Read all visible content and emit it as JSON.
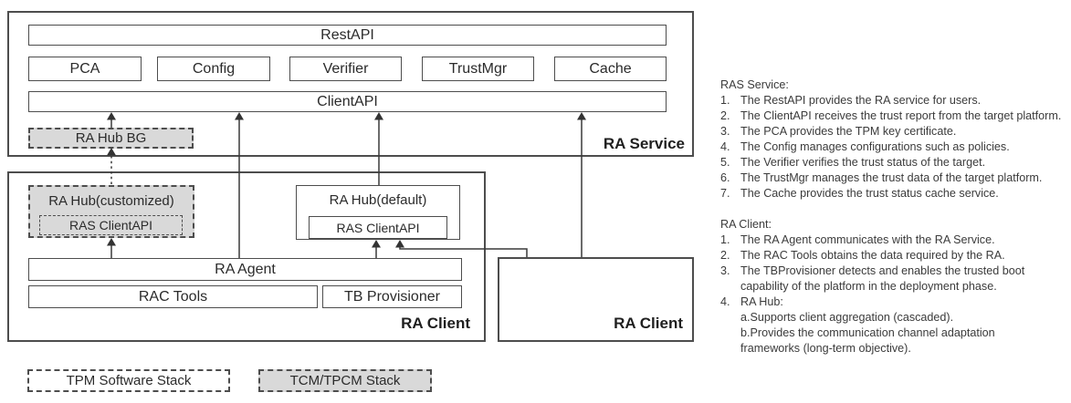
{
  "diagram": {
    "ra_service": {
      "label": "RA Service",
      "rest_api": "RestAPI",
      "components": [
        "PCA",
        "Config",
        "Verifier",
        "TrustMgr",
        "Cache"
      ],
      "client_api": "ClientAPI",
      "ra_hub_bg": "RA Hub BG"
    },
    "ra_client_left": {
      "label": "RA Client",
      "ra_hub_customized": "RA Hub(customized)",
      "ras_client_api_customized": "RAS ClientAPI",
      "ra_hub_default": "RA Hub(default)",
      "ras_client_api_default": "RAS ClientAPI",
      "ra_agent": "RA Agent",
      "rac_tools": "RAC Tools",
      "tb_provisioner": "TB Provisioner"
    },
    "ra_client_right": {
      "label": "RA Client"
    },
    "legend": {
      "tpm": "TPM Software Stack",
      "tcm": "TCM/TPCM Stack"
    },
    "colors": {
      "line": "#3a3a3a",
      "border": "#4d4d4d",
      "gray_fill": "#d9d9d9"
    }
  },
  "notes": {
    "sections": [
      {
        "title": "RAS Service:",
        "items": [
          {
            "n": "1.",
            "text": "The RestAPI provides the RA service for users."
          },
          {
            "n": "2.",
            "text": "The ClientAPI receives the trust report from the target platform."
          },
          {
            "n": "3.",
            "text": "The PCA provides the TPM key certificate."
          },
          {
            "n": "4.",
            "text": "The Config manages configurations such as policies."
          },
          {
            "n": "5.",
            "text": "The Verifier verifies the trust status of the target."
          },
          {
            "n": "6.",
            "text": "The TrustMgr manages the trust data of the target platform."
          },
          {
            "n": "7.",
            "text": "The Cache provides the trust status cache service."
          }
        ]
      },
      {
        "title": "RA Client:",
        "items": [
          {
            "n": "1.",
            "text": "The RA Agent communicates with the RA Service."
          },
          {
            "n": "2.",
            "text": "The RAC Tools obtains the data required by the RA."
          },
          {
            "n": "3.",
            "text": "The TBProvisioner detects and enables the trusted boot capability of the platform in the deployment phase."
          },
          {
            "n": "4.",
            "text": "RA Hub:\na.Supports client aggregation (cascaded).\nb.Provides the communication channel adaptation\nframeworks (long-term objective)."
          }
        ]
      }
    ]
  }
}
